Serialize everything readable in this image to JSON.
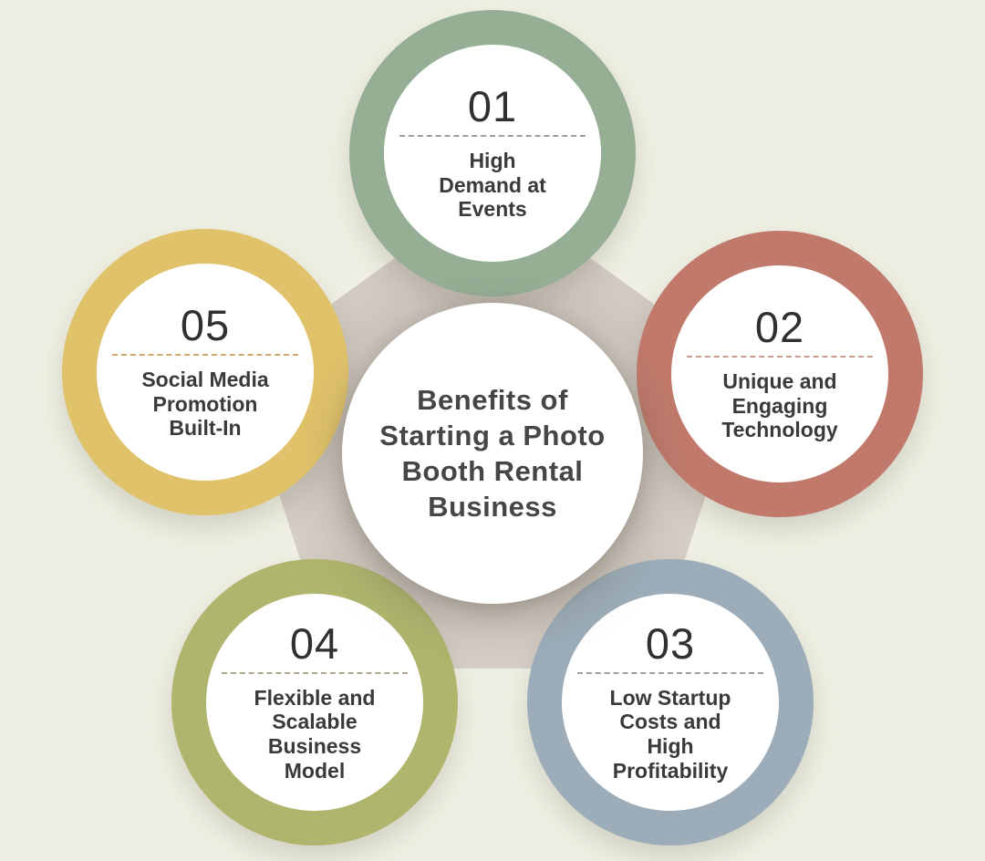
{
  "center": {
    "title_lines": [
      "Benefits of",
      "Starting a Photo",
      "Booth Rental",
      "Business"
    ]
  },
  "nodes": [
    {
      "number": "01",
      "label_lines": [
        "High",
        "Demand at",
        "Events"
      ],
      "ring_color": "#95ae94",
      "divider_color": "#9e9e9e"
    },
    {
      "number": "02",
      "label_lines": [
        "Unique and",
        "Engaging",
        "Technology"
      ],
      "ring_color": "#c0796b",
      "divider_color": "#c69a8f"
    },
    {
      "number": "03",
      "label_lines": [
        "Low Startup",
        "Costs and",
        "High",
        "Profitability"
      ],
      "ring_color": "#9cadb9",
      "divider_color": "#98a2aa"
    },
    {
      "number": "04",
      "label_lines": [
        "Flexible and",
        "Scalable",
        "Business",
        "Model"
      ],
      "ring_color": "#afb56d",
      "divider_color": "#b0a68b"
    },
    {
      "number": "05",
      "label_lines": [
        "Social Media",
        "Promotion",
        "Built-In"
      ],
      "ring_color": "#e0c26a",
      "divider_color": "#cfa96a"
    }
  ],
  "colors": {
    "background": "#eff0e3",
    "pentagon_inner": "#c6beb6",
    "pentagon_outer": "#d9d2c9",
    "number_text": "#2f3130",
    "label_text": "#3a3a3a",
    "title_text": "#464646",
    "circle_fill": "#ffffff"
  }
}
